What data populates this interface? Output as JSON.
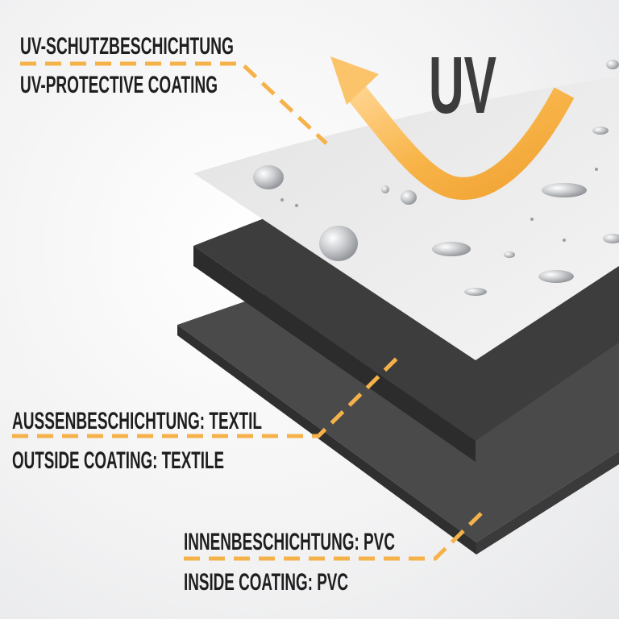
{
  "uv_mark": "UV",
  "labels": {
    "top": {
      "de": "UV-SCHUTZBESCHICHTUNG",
      "en": "UV-PROTECTIVE COATING"
    },
    "middle": {
      "de": "AUSSENBESCHICHTUNG: TEXTIL",
      "en": "OUTSIDE COATING: TEXTILE"
    },
    "bottom": {
      "de": "INNENBESCHICHTUNG: PVC",
      "en": "INSIDE COATING: PVC"
    }
  },
  "colors": {
    "accent": "#f6b24a",
    "text": "#1e1e1e",
    "layer_dark": "#3a3a3a",
    "layer_light": "#ececec"
  }
}
